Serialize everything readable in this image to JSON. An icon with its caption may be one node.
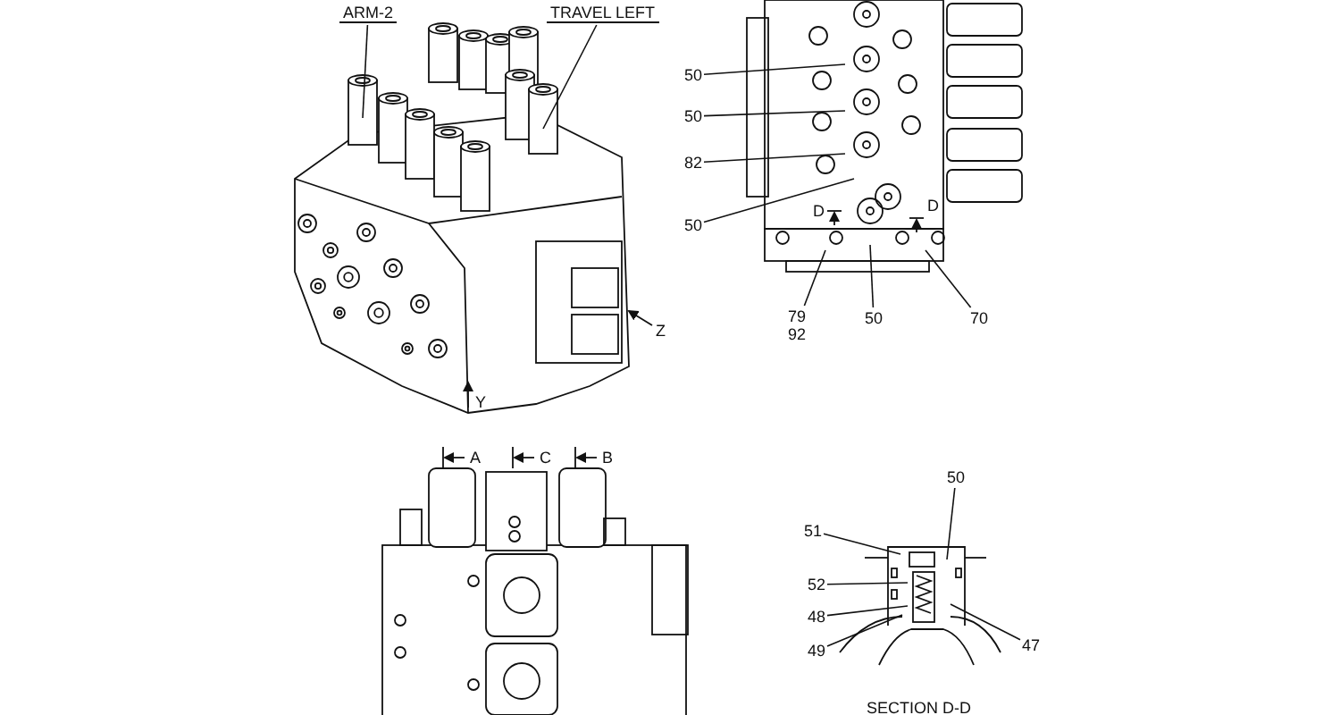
{
  "diagram": {
    "nodes": [
      {
        "text": [
          "ARM-2"
        ]
      },
      {
        "text": [
          "TRAVEL LEFT"
        ]
      },
      {
        "text": [
          "50"
        ]
      },
      {
        "text": [
          "50"
        ]
      },
      {
        "text": [
          "82"
        ]
      },
      {
        "text": [
          "50"
        ]
      },
      {
        "text": [
          "79",
          "92"
        ]
      },
      {
        "text": [
          "50"
        ]
      },
      {
        "text": [
          "70"
        ]
      },
      {
        "text": [
          "50"
        ]
      },
      {
        "text": [
          "51"
        ]
      },
      {
        "text": [
          "52"
        ]
      },
      {
        "text": [
          "48"
        ]
      },
      {
        "text": [
          "49"
        ]
      },
      {
        "text": [
          "47"
        ]
      }
    ],
    "edges": [
      {
        "from": 0,
        "to": null,
        "arrow": "none"
      },
      {
        "from": 1,
        "to": null,
        "arrow": "none"
      },
      {
        "from": 2,
        "to": null,
        "arrow": "none"
      },
      {
        "from": 3,
        "to": null,
        "arrow": "none"
      },
      {
        "from": 4,
        "to": null,
        "arrow": "none"
      },
      {
        "from": 5,
        "to": null,
        "arrow": "none"
      },
      {
        "from": 6,
        "to": null,
        "arrow": "none"
      },
      {
        "from": 7,
        "to": null,
        "arrow": "none"
      },
      {
        "from": 8,
        "to": null,
        "arrow": "none"
      },
      {
        "from": 9,
        "to": null,
        "arrow": "none"
      },
      {
        "from": 10,
        "to": null,
        "arrow": "none"
      },
      {
        "from": 11,
        "to": null,
        "arrow": "none"
      },
      {
        "from": 12,
        "to": null,
        "arrow": "none"
      },
      {
        "from": 13,
        "to": null,
        "arrow": "none"
      },
      {
        "from": 14,
        "to": null,
        "arrow": "none"
      }
    ],
    "labels": [
      "Z",
      "Y",
      "D",
      "D",
      "A",
      "C",
      "B",
      "SECTION D-D"
    ]
  }
}
